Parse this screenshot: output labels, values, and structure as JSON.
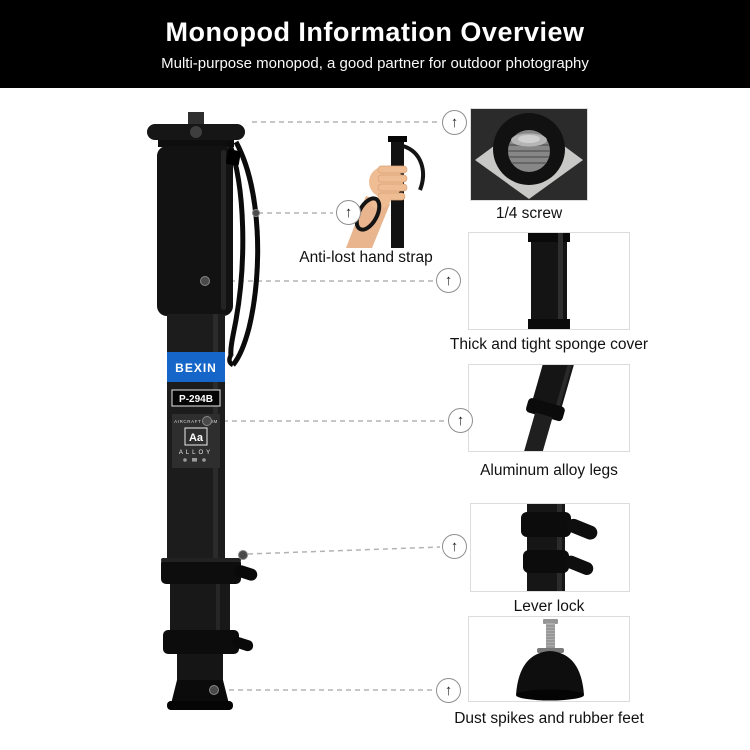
{
  "header": {
    "title": "Monopod Information Overview",
    "subtitle": "Multi-purpose monopod, a good partner for outdoor photography"
  },
  "product": {
    "brand": "BEXIN",
    "model": "P-294B",
    "spec_top": "AIRCRAFT ALUM",
    "spec_aa": "Aa",
    "spec_alloy": "ALLOY"
  },
  "features": [
    {
      "id": "quarter-screw",
      "label": "1/4 screw"
    },
    {
      "id": "hand-strap",
      "label": "Anti-lost hand strap"
    },
    {
      "id": "sponge-cover",
      "label": "Thick and tight sponge cover"
    },
    {
      "id": "alloy-legs",
      "label": "Aluminum alloy legs"
    },
    {
      "id": "lever-lock",
      "label": "Lever lock"
    },
    {
      "id": "rubber-feet",
      "label": "Dust spikes and rubber feet"
    }
  ],
  "icons": {
    "callout_arrow": "↑"
  },
  "colors": {
    "banner_bg": "#000000",
    "brand_blue": "#1566c8",
    "leader_line": "#b3b3b3"
  }
}
